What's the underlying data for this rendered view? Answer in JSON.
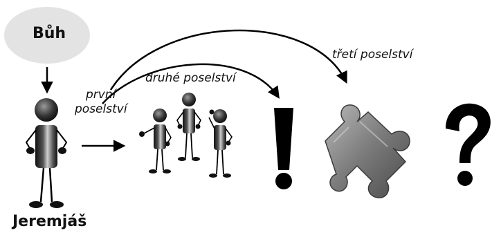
{
  "labels": {
    "god": "Bůh",
    "prophet": "Jeremjáš",
    "first_message_line1": "první",
    "first_message_line2": "poselství",
    "second_message": "druhé poselství",
    "third_message": "třetí poselství",
    "exclamation": "!",
    "question": "?"
  },
  "colors": {
    "god_ellipse": "#e3e3e3",
    "figure_dark": "#1a1a1a",
    "figure_light": "#bfbfbf",
    "puzzle": "#8a8a8a"
  },
  "icons": {
    "figure": "stick-figure-icon",
    "puzzle": "puzzle-piece-icon"
  }
}
